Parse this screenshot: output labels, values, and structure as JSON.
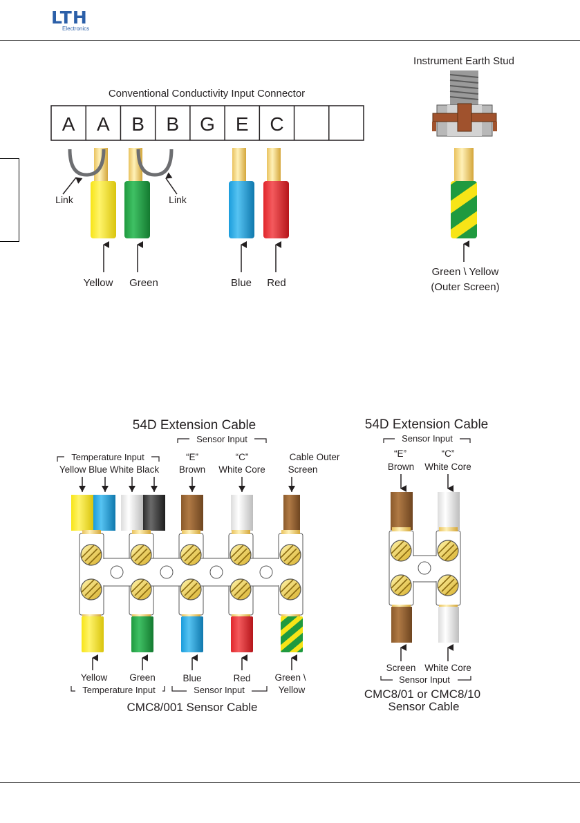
{
  "header": {
    "logo_text": "LTH",
    "logo_subtitle": "Electronics"
  },
  "connector": {
    "title": "Conventional Conductivity Input Connector",
    "terminals": [
      "A",
      "A",
      "B",
      "B",
      "G",
      "E",
      "C",
      "",
      ""
    ],
    "link_label": "Link",
    "wire_labels": [
      "Yellow",
      "Green",
      "Blue",
      "Red"
    ]
  },
  "earth": {
    "title": "Instrument Earth Stud",
    "wire_label_line1": "Green \\ Yellow",
    "wire_label_line2": "(Outer Screen)"
  },
  "cable_left": {
    "title": "54D Extension Cable",
    "sensor_input": "Sensor Input",
    "temperature_input": "Temperature Input",
    "top_colors": "Yellow Blue White Black",
    "e_label": "“E”",
    "e_sub": "Brown",
    "c_label": "“C”",
    "c_sub": "White Core",
    "outer_line1": "Cable Outer",
    "outer_line2": "Screen",
    "bottom_labels": [
      "Yellow",
      "Green",
      "Blue",
      "Red",
      "Green \\"
    ],
    "bottom_extra": "Yellow",
    "bottom_temperature": "Temperature Input",
    "bottom_sensor": "Sensor Input",
    "caption": "CMC8/001 Sensor Cable"
  },
  "cable_right": {
    "title": "54D Extension Cable",
    "sensor_input": "Sensor Input",
    "e_label": "“E”",
    "e_sub": "Brown",
    "c_label": "“C”",
    "c_sub": "White Core",
    "bottom_labels": [
      "Screen",
      "White Core"
    ],
    "bottom_sensor": "Sensor Input",
    "caption_line1": "CMC8/01 or CMC8/10",
    "caption_line2": "Sensor Cable"
  },
  "colors": {
    "yellow": "#f7e417",
    "green": "#1f9a3f",
    "blue": "#1a9cdb",
    "red": "#e0262b",
    "brown": "#8b5a2b",
    "white": "#e8e8e8",
    "black": "#3a3a3a",
    "brass": "#f2d27a",
    "logo_blue": "#2b5fa8"
  }
}
